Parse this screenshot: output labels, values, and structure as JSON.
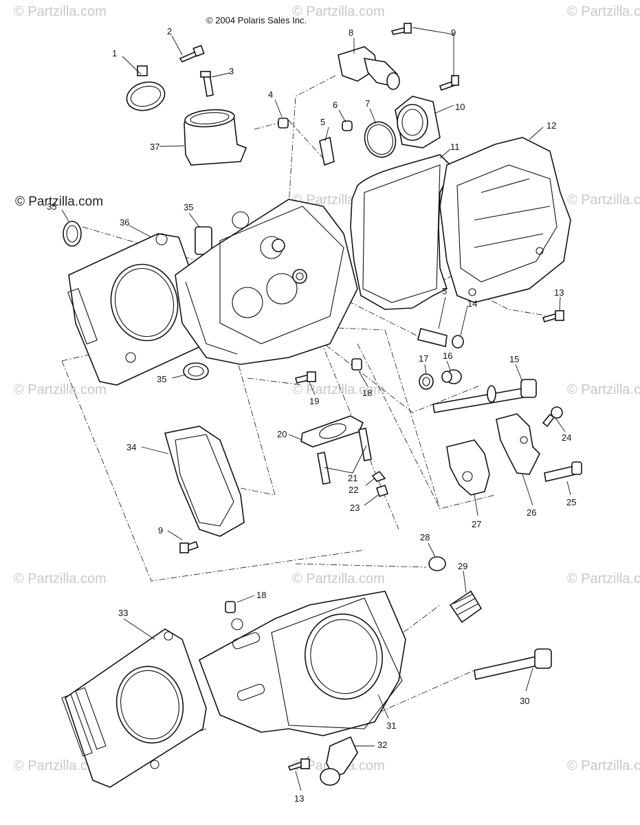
{
  "header": {
    "copyright": "© 2004 Polaris Sales Inc."
  },
  "watermark": {
    "text": "© Partzilla.com"
  },
  "labels": {
    "n1": "1",
    "n2": "2",
    "n3": "3",
    "n4": "4",
    "n5a": "5",
    "n5b": "5",
    "n6": "6",
    "n7": "7",
    "n8": "8",
    "n9a": "9",
    "n9b": "9",
    "n10": "10",
    "n11": "11",
    "n12": "12",
    "n13a": "13",
    "n13b": "13",
    "n14": "14",
    "n15": "15",
    "n16": "16",
    "n17": "17",
    "n18a": "18",
    "n18b": "18",
    "n19": "19",
    "n20": "20",
    "n21": "21",
    "n22": "22",
    "n23": "23",
    "n24": "24",
    "n25": "25",
    "n26": "26",
    "n27": "27",
    "n28": "28",
    "n29": "29",
    "n30": "30",
    "n31": "31",
    "n32": "32",
    "n33": "33",
    "n34": "34",
    "n35a": "35",
    "n35b": "35",
    "n35c": "35",
    "n36": "36",
    "n37": "37"
  }
}
